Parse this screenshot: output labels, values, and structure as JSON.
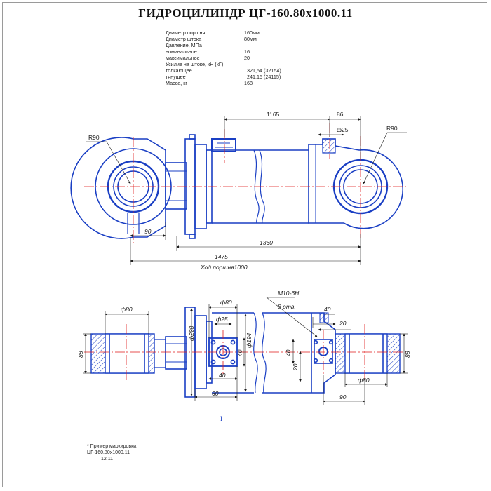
{
  "title": "ГИДРОЦИЛИНДР  ЦГ-160.80х1000.11",
  "specs": [
    {
      "label": "Диаметр поршня",
      "value": "160мм"
    },
    {
      "label": "Диаметр штока",
      "value": "80мм"
    },
    {
      "label": "Давление, МПа",
      "value": ""
    },
    {
      "label": "номинальное",
      "value": "16"
    },
    {
      "label": "максимальное",
      "value": "20"
    },
    {
      "label": "Усилие на штоке, кН (кГ)",
      "value": ""
    },
    {
      "label": "толкающее",
      "value": "321,54 (32154)"
    },
    {
      "label": "тянущее",
      "value": "241,15 (24115)"
    },
    {
      "label": "Масса, кг",
      "value": "168"
    }
  ],
  "dimensions": {
    "d1165": "1165",
    "d86": "86",
    "d25_top": "ф25",
    "r90_left": "R90",
    "r90_right": "R90",
    "d90_left": "90",
    "d1360": "1360",
    "d1475": "1475",
    "stroke": "Ход поршня1000",
    "d80_left": "ф80",
    "d80_mid": "ф80",
    "d25_bottom": "ф25",
    "d228": "ф228",
    "d194": "ф194",
    "thread": "М10-6Н",
    "holes": "8 отв.",
    "d40_top": "40",
    "d20_top": "20",
    "d88_left": "88",
    "d88_right": "88",
    "d40_vert": "40",
    "d40_horiz": "40",
    "d40_vert2": "40",
    "d20_vert": "20",
    "d60": "60",
    "d80_right": "ф80",
    "d90_right": "90",
    "view_mark": "I"
  },
  "note": {
    "line1": "* Пример маркировки:",
    "line2": "ЦГ-160.80х1000.11",
    "line3": "12.11"
  },
  "colors": {
    "blue": "#1a3fc4",
    "red": "#e01a1a",
    "black": "#1a1a1a",
    "gray": "#9a9a9a"
  }
}
